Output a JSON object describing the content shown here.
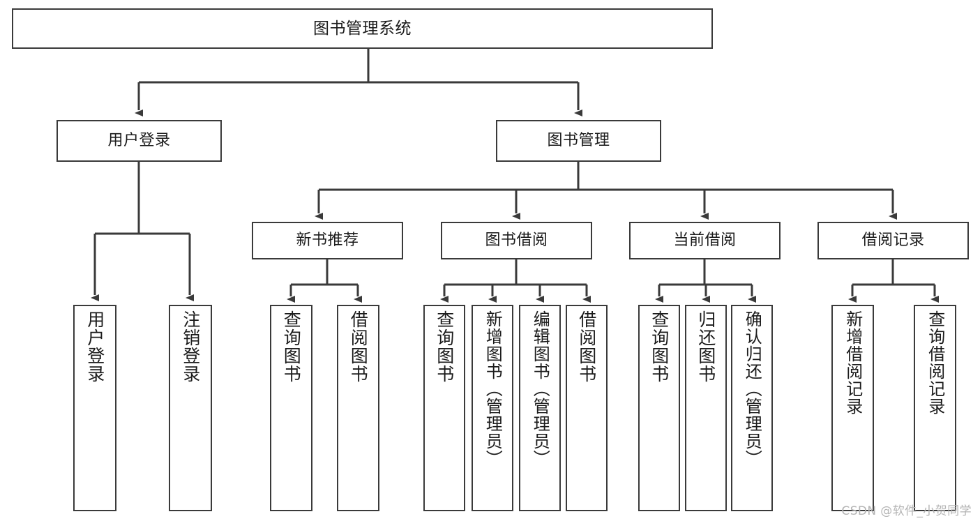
{
  "diagram": {
    "type": "tree",
    "title": "图书管理系统",
    "watermark": "CSDN @软件_小贺同学",
    "line_color": "#3a3a3a",
    "background_color": "#ffffff",
    "text_color": "#1b1b1b",
    "watermark_color": "#b4b4b4",
    "nodes": {
      "root": "图书管理系统",
      "level2": {
        "user_login": "用户登录",
        "book_manage": "图书管理"
      },
      "level3": {
        "new_book_recommend": "新书推荐",
        "book_borrow": "图书借阅",
        "current_borrow": "当前借阅",
        "borrow_record": "借阅记录"
      },
      "leaves": {
        "user_login_1": "用户登录",
        "user_login_2": "注销登录",
        "recommend_1": "查询图书",
        "recommend_2": "借阅图书",
        "borrow_1": "查询图书",
        "borrow_2": "新增图书（管理员）",
        "borrow_3": "编辑图书（管理员）",
        "borrow_4": "借阅图书",
        "current_1": "查询图书",
        "current_2": "归还图书",
        "current_3": "确认归还（管理员）",
        "record_1": "新增借阅记录",
        "record_2": "查询借阅记录"
      }
    }
  }
}
